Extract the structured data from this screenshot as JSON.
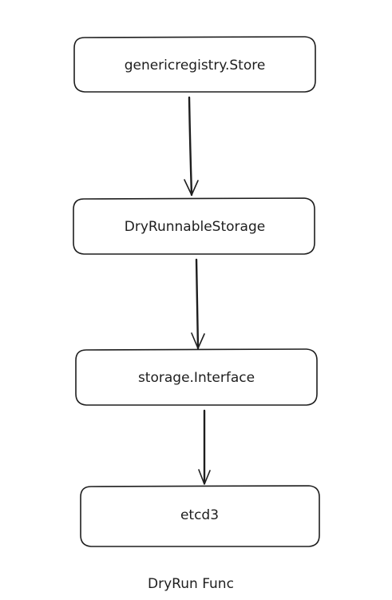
{
  "nodes": [
    {
      "label": "genericregistry.Store"
    },
    {
      "label": "DryRunnableStorage"
    },
    {
      "label": "storage.Interface"
    },
    {
      "label": "etcd3"
    }
  ],
  "caption": "DryRun Func"
}
